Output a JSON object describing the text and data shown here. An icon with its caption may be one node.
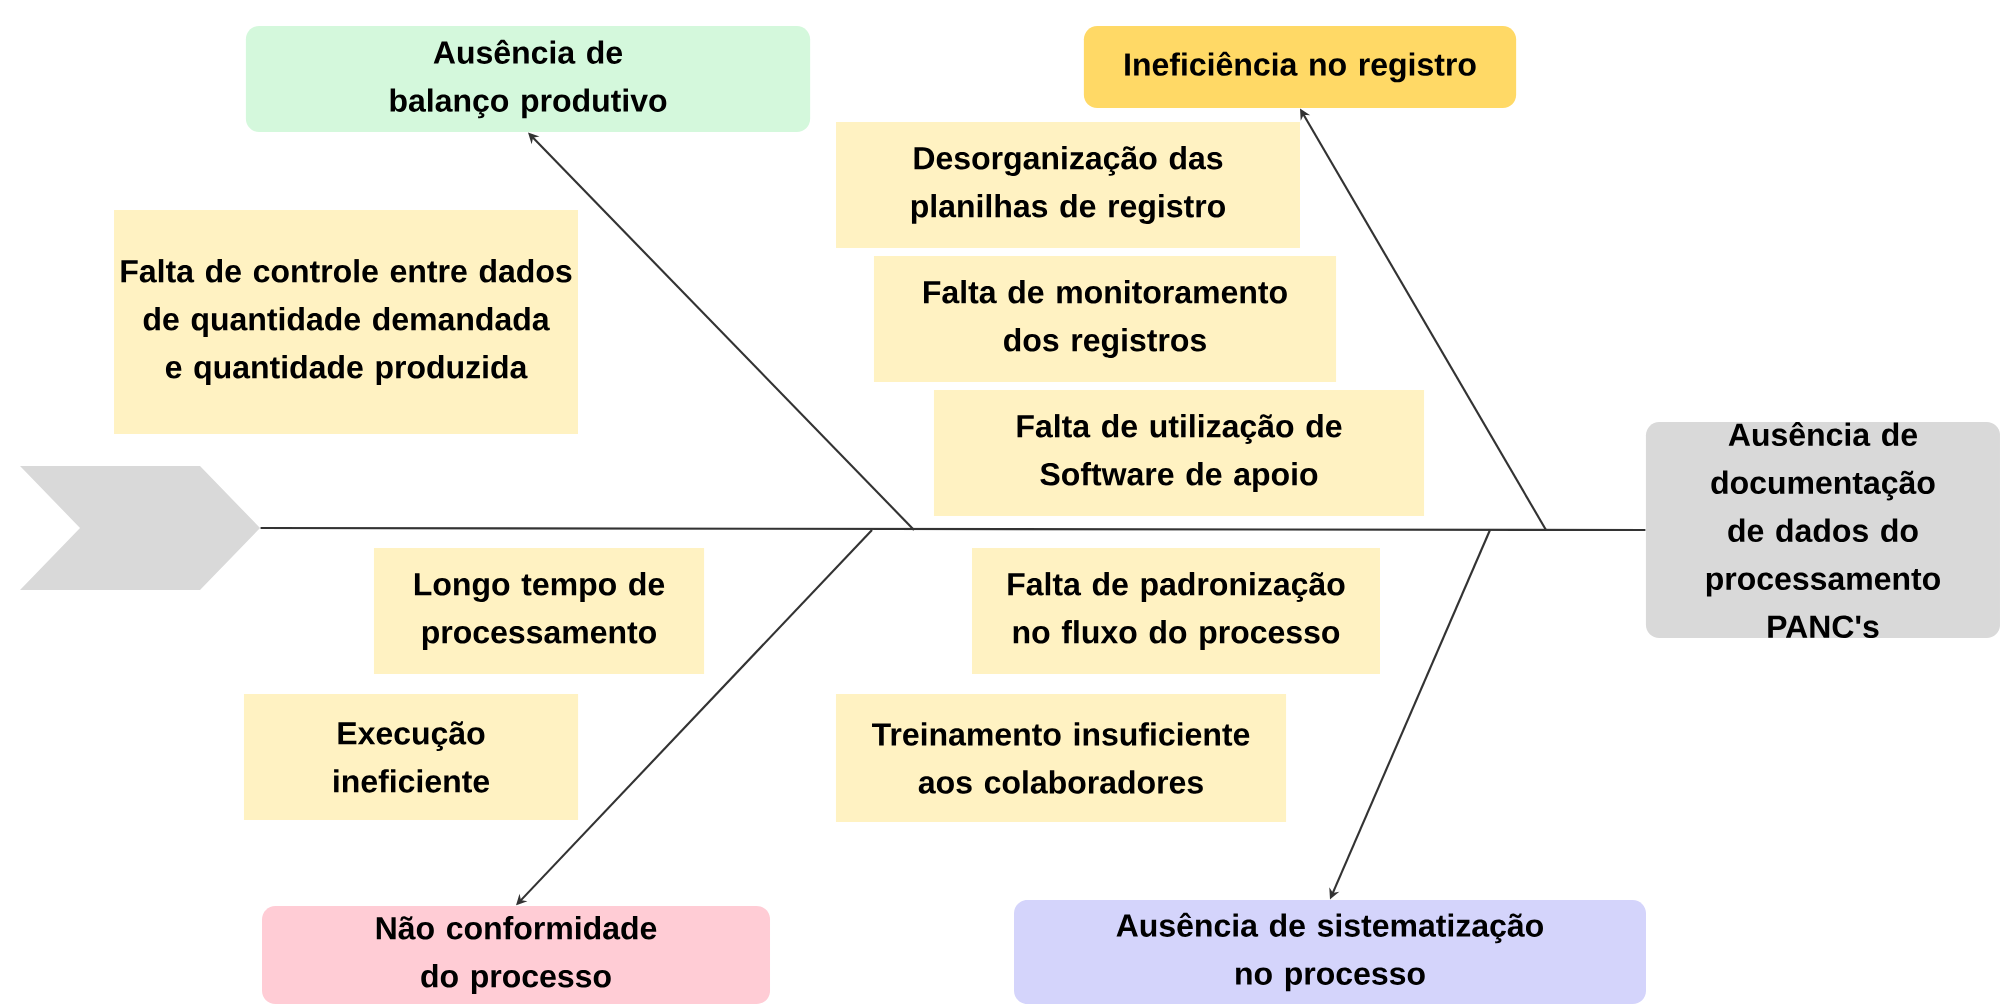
{
  "diagram": {
    "nodes": [
      {
        "text": [
          "Ausência de balanço produtivo"
        ]
      },
      {
        "text": [
          "Ineficiência no registro"
        ]
      },
      {
        "text": [
          "Desorganização das planilhas de registro"
        ]
      },
      {
        "text": [
          "Falta de controle entre dados de quantidade demandada e quantidade produzida"
        ]
      },
      {
        "text": [
          "Falta de monitoramento dos registros"
        ]
      },
      {
        "text": [
          "Falta de utilização de Software de apoio"
        ]
      },
      {
        "text": [],
        "shape": "chevron"
      },
      {
        "text": [
          "Ausência de documentação de dados do processamento PANC's"
        ]
      },
      {
        "text": [
          "Longo tempo de processamento"
        ]
      },
      {
        "text": [
          "Falta de padronização no fluxo do processo"
        ]
      },
      {
        "text": [
          "Execução ineficiente"
        ]
      },
      {
        "text": [
          "Treinamento insuficiente aos colaboradores"
        ]
      },
      {
        "text": [
          "Não conformidade do processo"
        ]
      },
      {
        "text": [
          "Ausência de sistematização no processo"
        ]
      }
    ],
    "edges": [
      {
        "from": 6,
        "to": 7,
        "arrow": "none"
      },
      {
        "from": null,
        "to": 0,
        "arrow": "to"
      },
      {
        "from": null,
        "to": 1,
        "arrow": "to"
      },
      {
        "from": null,
        "to": 12,
        "arrow": "to"
      },
      {
        "from": null,
        "to": 13,
        "arrow": "to"
      }
    ]
  }
}
